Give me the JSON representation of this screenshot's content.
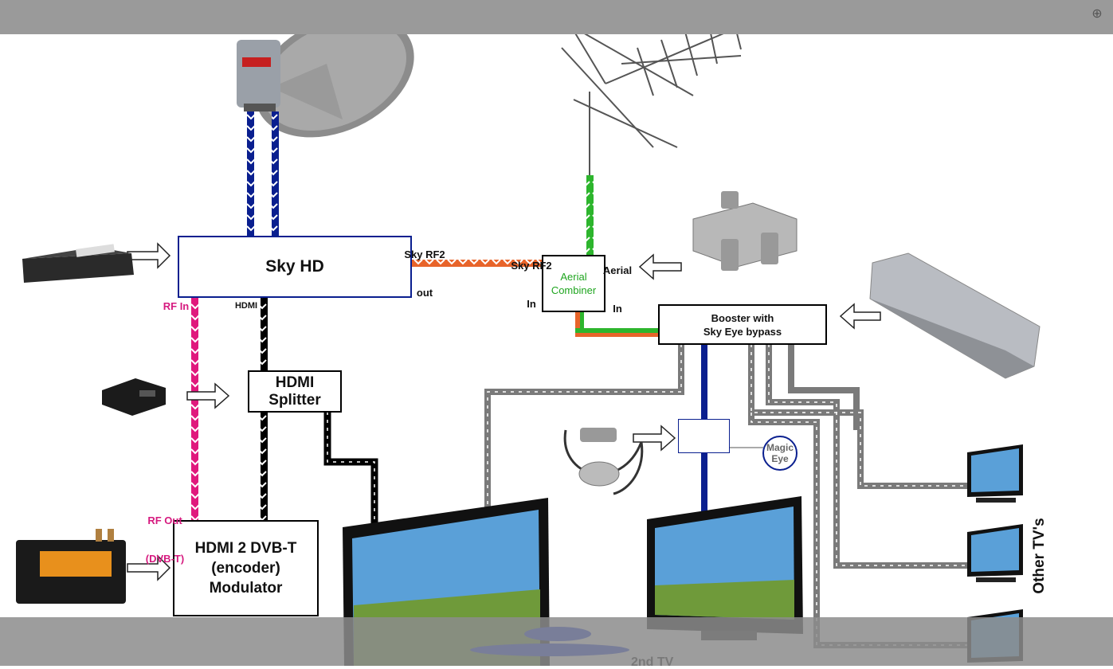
{
  "viewer": {
    "zoom_icon": "magnifier-plus-icon"
  },
  "boxes": {
    "sky_hd": "Sky HD",
    "hdmi_splitter_1": "HDMI",
    "hdmi_splitter_2": "Splitter",
    "modulator_1": "HDMI 2 DVB-T",
    "modulator_2": "(encoder)",
    "modulator_3": "Modulator",
    "aerial_combiner_1": "Aerial",
    "aerial_combiner_2": "Combiner",
    "booster_1": "Booster with",
    "booster_2": "Sky Eye bypass",
    "magic_eye_1": "Magic",
    "magic_eye_2": "Eye"
  },
  "labels": {
    "sky_rf2_out_1": "Sky RF2",
    "sky_rf2_out_2": "out",
    "sky_rf2_in_1": "Sky RF2",
    "sky_rf2_in_2": "In",
    "aerial_in_1": "Aerial",
    "aerial_in_2": "In",
    "rf_in": "RF In",
    "hdmi": "HDMI",
    "rf_out_1": "RF Out",
    "rf_out_2": "(DVB-T)",
    "other_tvs": "Other TV's",
    "second_tv": "2nd TV"
  },
  "colors": {
    "satellite_cable": "#0a1f8f",
    "rf_pink": "#e0197d",
    "hdmi_black": "#000000",
    "rf2_orange": "#e8642a",
    "aerial_green": "#2db52d",
    "distribution_grey": "#7a7a7a",
    "rf_text": "#d61a7f",
    "combiner_text": "#1fa51f",
    "magic_eye_border": "#0a1f8f",
    "magic_eye_text": "#666666"
  },
  "devices": [
    "satellite-dish-icon",
    "tv-aerial-icon",
    "sky-box-icon",
    "hdmi-splitter-device-icon",
    "modulator-device-icon",
    "aerial-splitter-device-icon",
    "booster-device-icon",
    "magic-eye-device-icon",
    "main-tv-icon",
    "second-tv-icon",
    "other-tv-icon"
  ]
}
